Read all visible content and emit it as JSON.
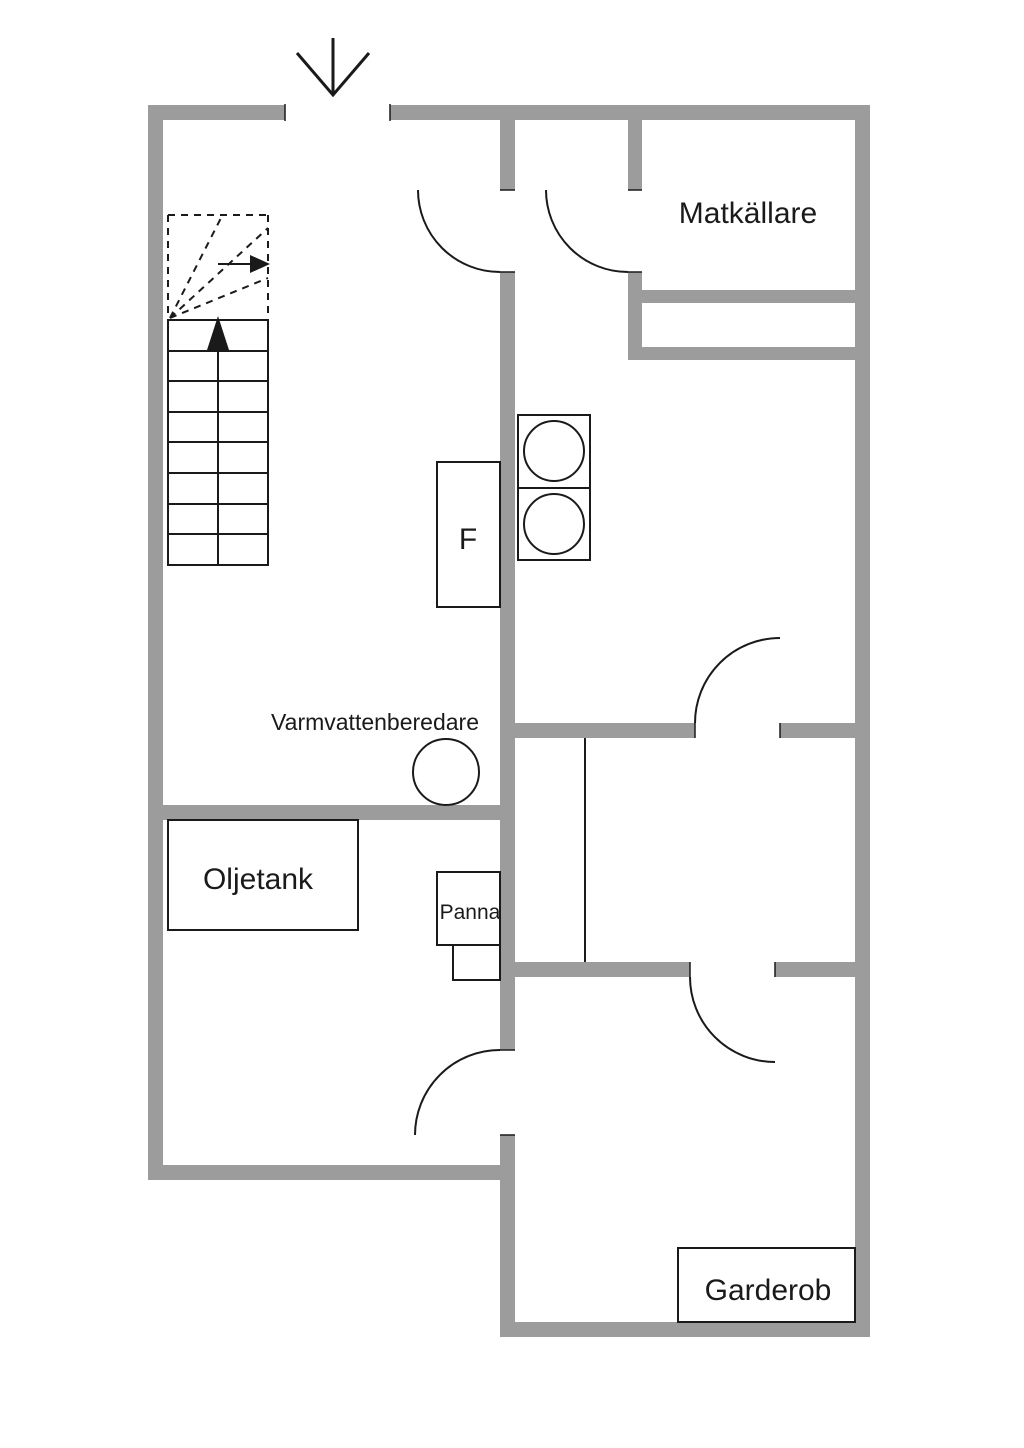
{
  "colors": {
    "wall": "#9c9c9c",
    "line": "#1a1a1a",
    "background": "#ffffff"
  },
  "labels": {
    "matkallare": "Matkällare",
    "varmvattenberedare": "Varmvattenberedare",
    "oljetank": "Oljetank",
    "panna": "Panna",
    "garderob": "Garderob",
    "freezer": "F"
  }
}
